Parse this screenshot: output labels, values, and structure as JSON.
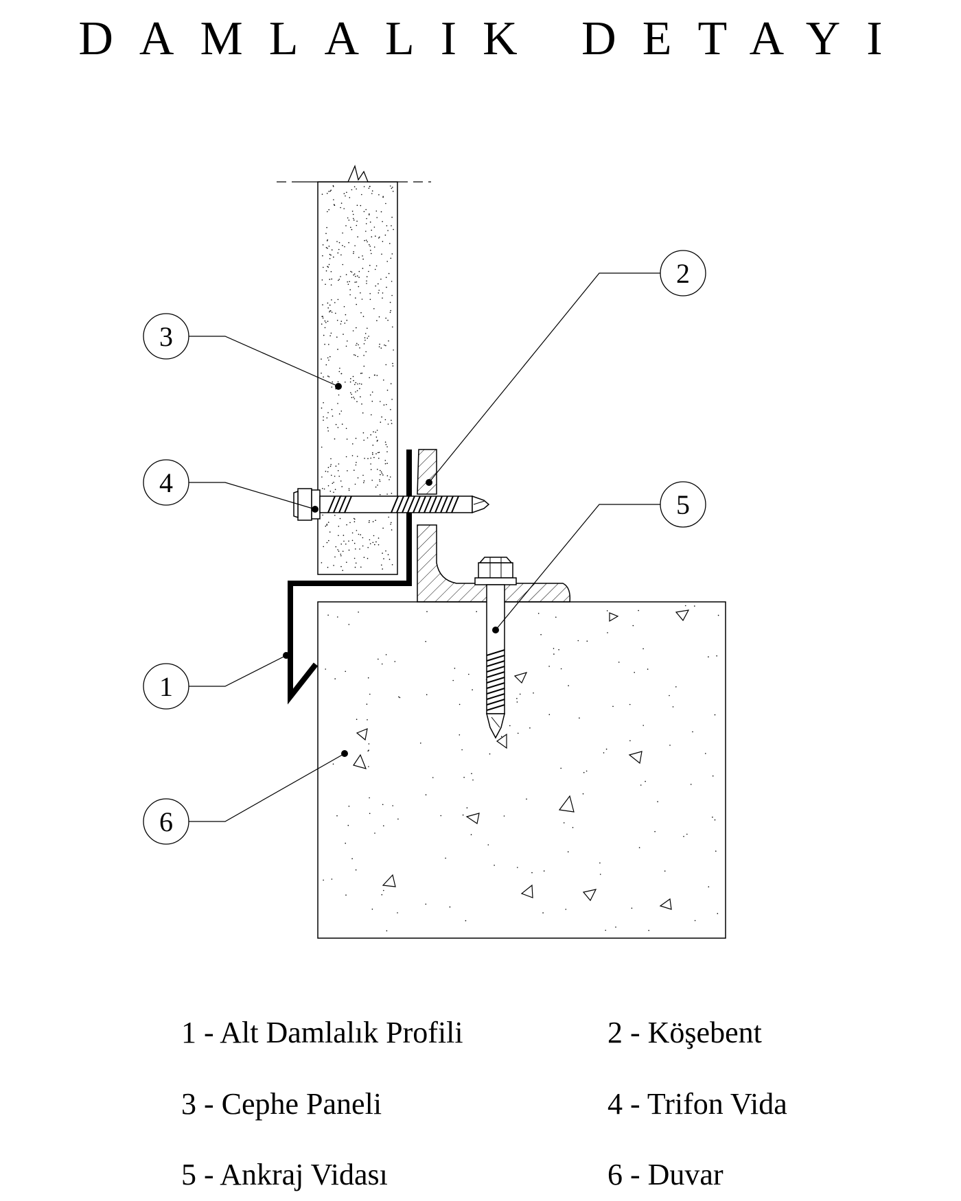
{
  "title": "DAMLALIK DETAYI",
  "callouts": [
    {
      "number": "1",
      "target": "alt-damlalik-profili"
    },
    {
      "number": "2",
      "target": "kosebent"
    },
    {
      "number": "3",
      "target": "cephe-paneli"
    },
    {
      "number": "4",
      "target": "trifon-vida"
    },
    {
      "number": "5",
      "target": "ankraj-vidasi"
    },
    {
      "number": "6",
      "target": "duvar"
    }
  ],
  "legend": [
    {
      "text": "1 - Alt Damlalık Profili"
    },
    {
      "text": "2 - Köşebent"
    },
    {
      "text": "3 - Cephe Paneli"
    },
    {
      "text": "4 - Trifon Vida"
    },
    {
      "text": "5 - Ankraj Vidası"
    },
    {
      "text": "6 - Duvar"
    }
  ],
  "colors": {
    "line": "#000000",
    "background": "#ffffff"
  }
}
